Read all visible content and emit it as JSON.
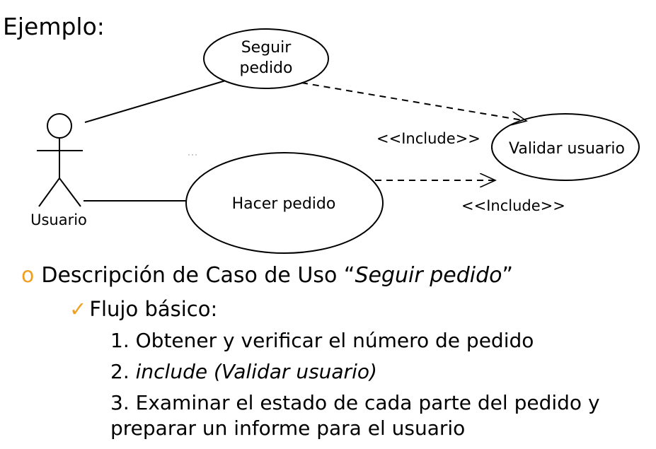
{
  "heading": "Ejemplo:",
  "diagram": {
    "actor_label": "Usuario",
    "use_case_seguir_line1": "Seguir",
    "use_case_seguir_line2": "pedido",
    "use_case_hacer": "Hacer pedido",
    "use_case_validar": "Validar usuario",
    "include_label_1": "<<Include>>",
    "include_label_2": "<<Include>>"
  },
  "description": {
    "marker": "o",
    "text_prefix": "Descripción de Caso de Uso “",
    "text_name": "Seguir pedido",
    "text_suffix": "”",
    "sub_marker": "✓",
    "sub_title": "Flujo básico:",
    "steps": [
      {
        "num": "1.",
        "text": "Obtener y verificar el número de pedido"
      },
      {
        "num": "2.",
        "text": "include (Validar usuario)"
      },
      {
        "num": "3.",
        "text": "Examinar el estado de cada parte del pedido y",
        "text2": "preparar un informe para el usuario"
      }
    ]
  }
}
